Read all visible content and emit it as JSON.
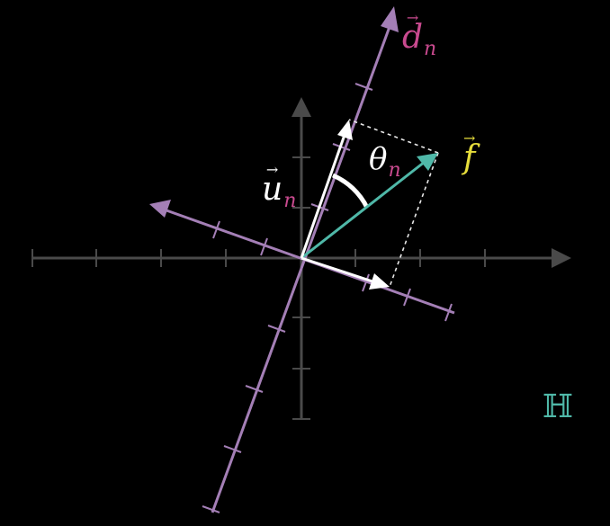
{
  "colors": {
    "background": "#000000",
    "grid_axes": "#4a4a4a",
    "rotated_axes": "#a47fb6",
    "unit_vectors": "#ffffff",
    "vector_f": "#4fb8a8",
    "label_f": "#e6dd3b",
    "subscript": "#c94a8f",
    "space_symbol": "#4fb8a8"
  },
  "labels": {
    "d_vec": "d",
    "d_sub": "n",
    "f_vec": "f",
    "u_vec": "u",
    "u_sub": "n",
    "theta": "θ",
    "theta_sub": "n",
    "space": "ℍ"
  },
  "icons": {
    "vector_arrow": "→"
  }
}
